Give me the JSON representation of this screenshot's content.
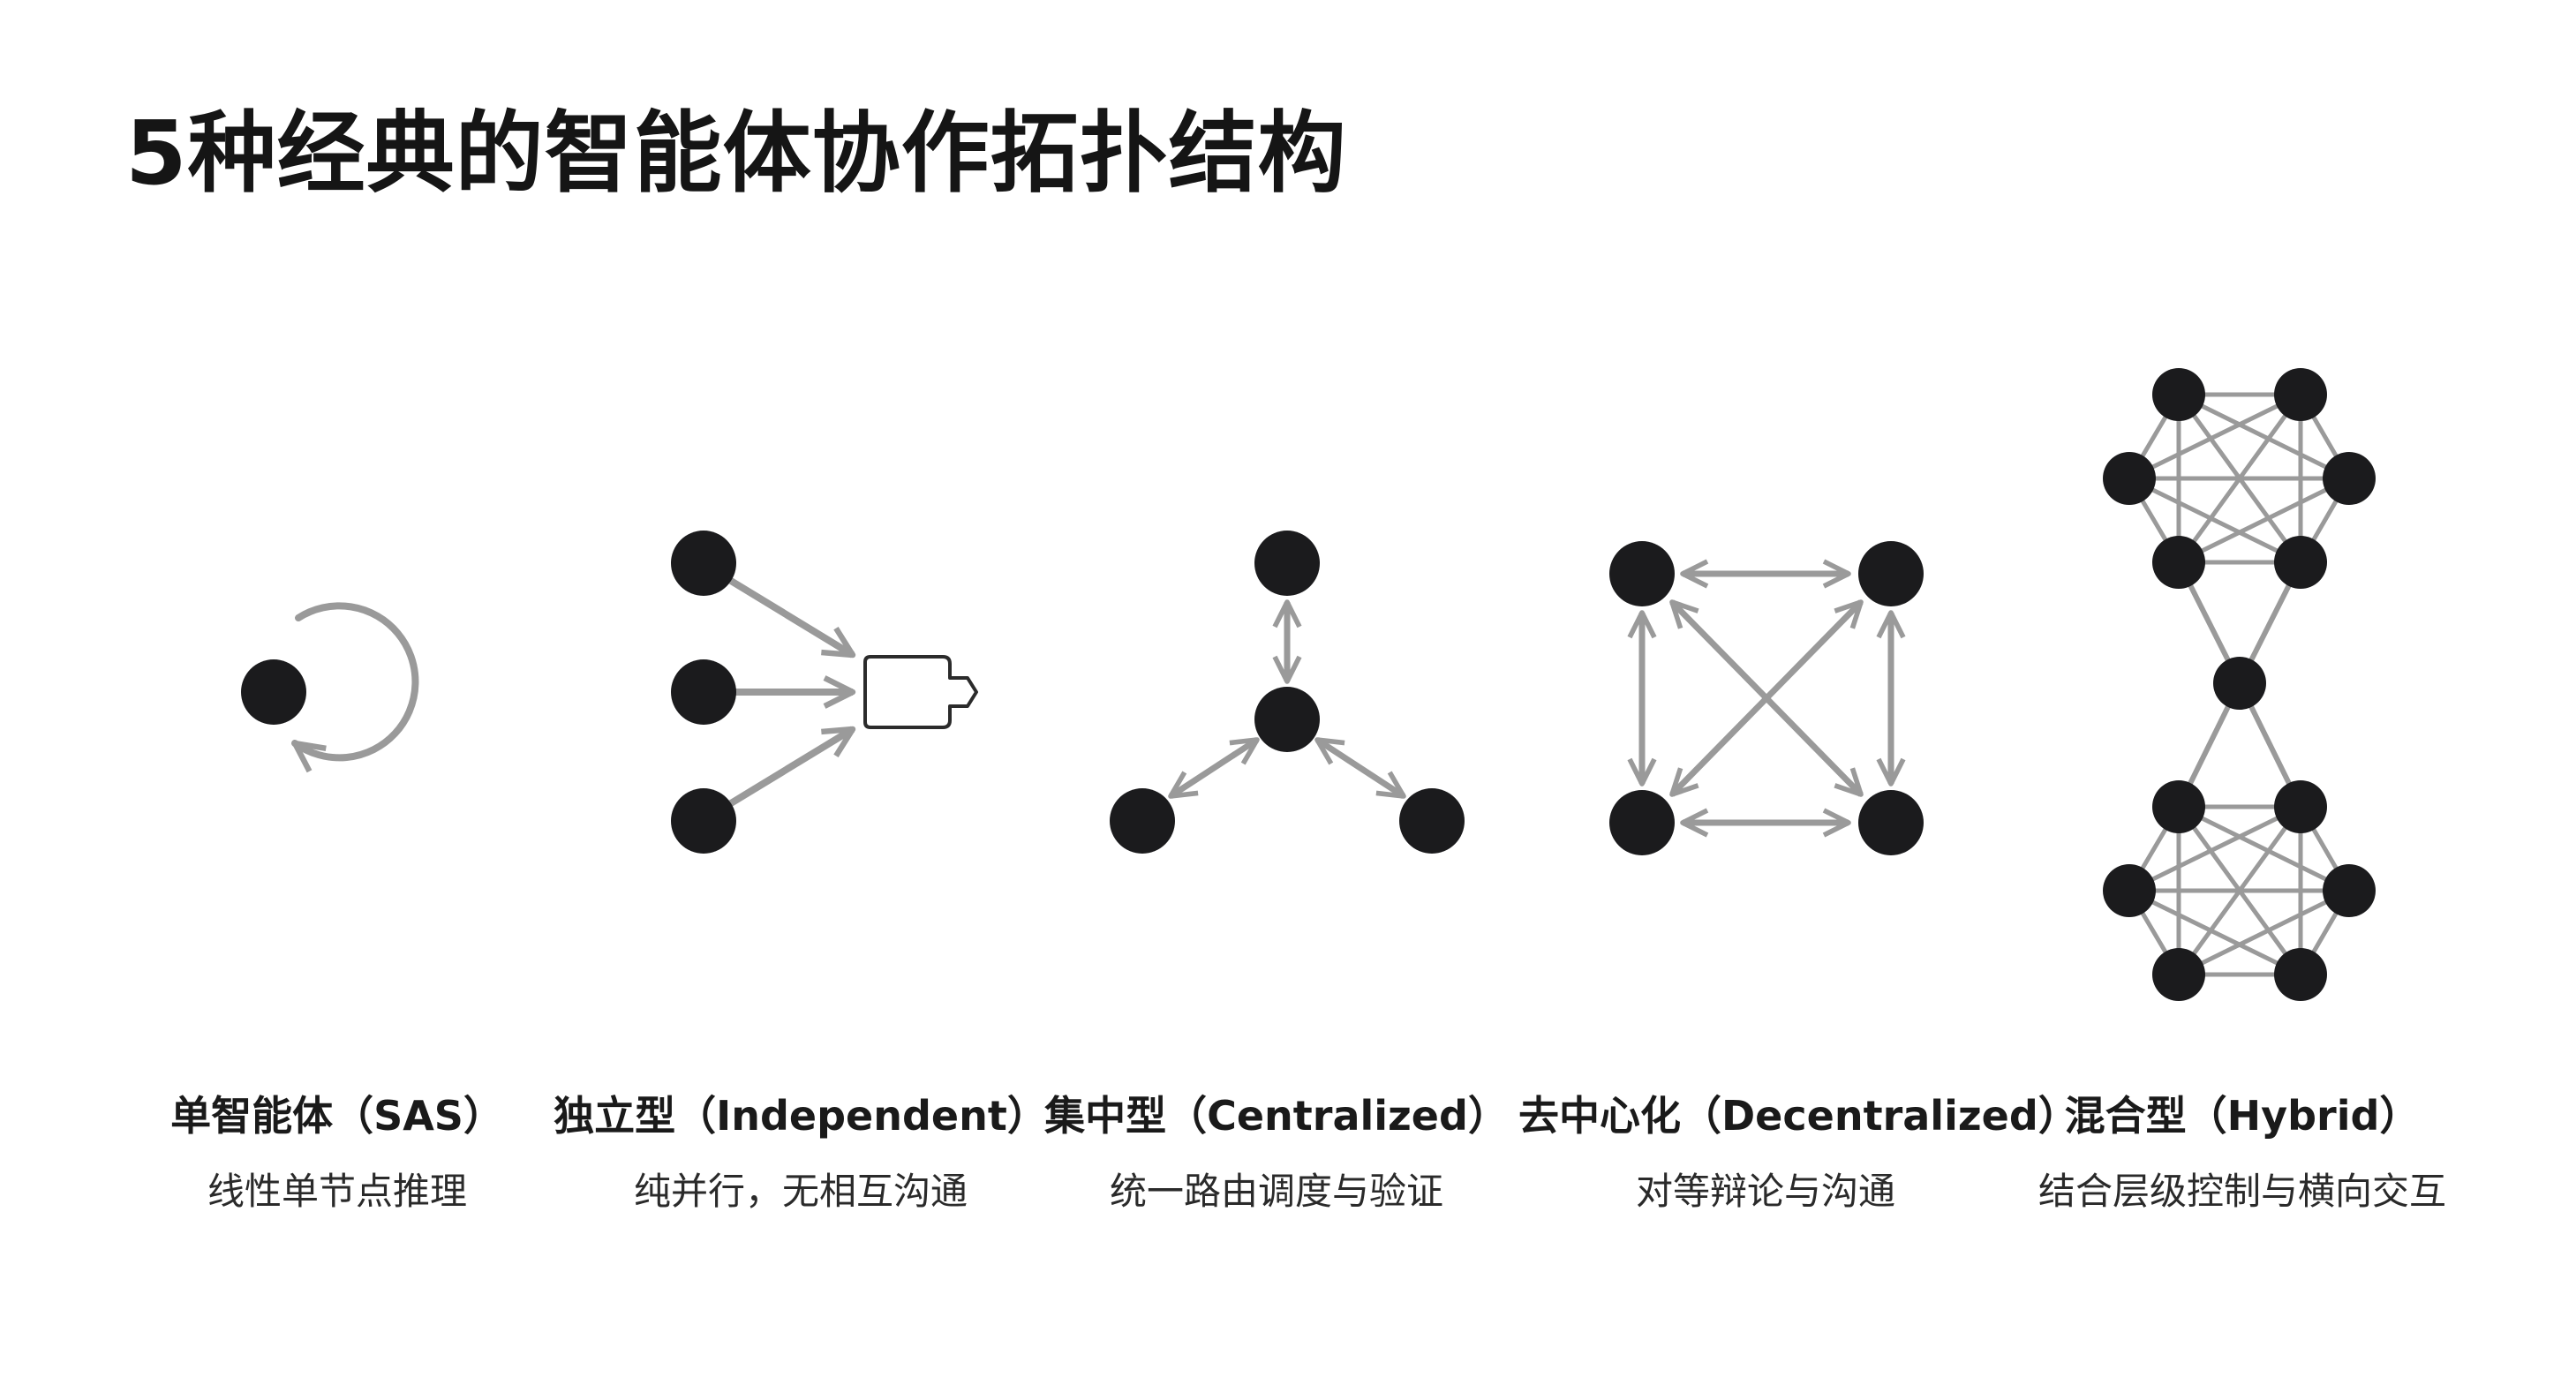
{
  "title": "5种经典的智能体协作拓扑结构",
  "colors": {
    "node": "#1b1b1d",
    "edge": "#9a9a9a",
    "text": "#1a1a1a"
  },
  "topologies": [
    {
      "id": "sas",
      "name": "单智能体（SAS）",
      "desc": "线性单节点推理"
    },
    {
      "id": "independent",
      "name": "独立型（Independent）",
      "desc": "纯并行，无相互沟通"
    },
    {
      "id": "centralized",
      "name": "集中型（Centralized）",
      "desc": "统一路由调度与验证"
    },
    {
      "id": "decentralized",
      "name": "去中心化（Decentralized）",
      "desc": "对等辩论与沟通"
    },
    {
      "id": "hybrid",
      "name": "混合型（Hybrid）",
      "desc": "结合层级控制与横向交互"
    }
  ]
}
